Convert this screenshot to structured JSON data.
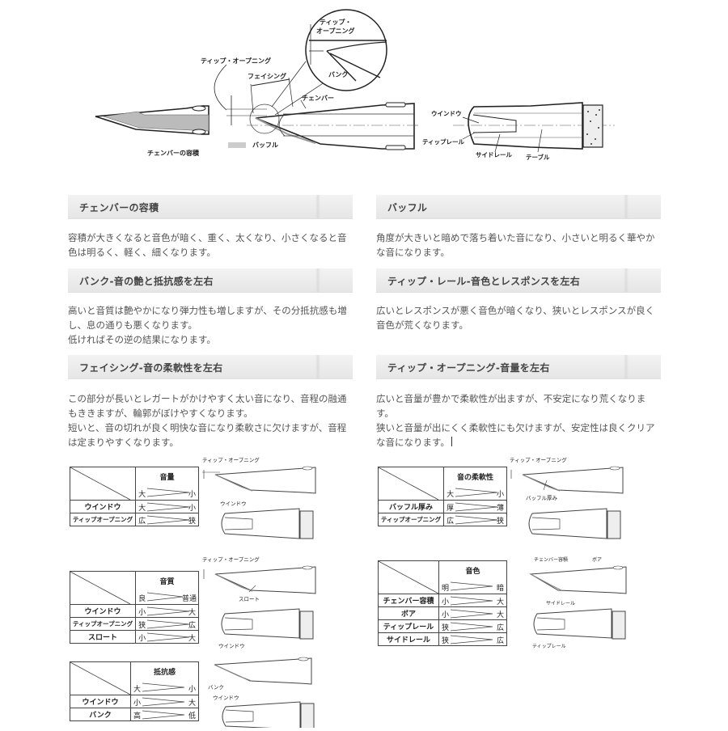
{
  "top_diagram": {
    "labels": {
      "tip_opening_zoom": [
        "ティップ・",
        "オープニング"
      ],
      "bank": "バンク",
      "tip_opening": "ティップ・オープニング",
      "facing": "フェイシング",
      "chamber": "チェンバー",
      "chamber_volume": "チェンバーの容積",
      "baffle": "バッフル",
      "window": "ウインドウ",
      "tip_rail": "ティップレール",
      "side_rail": "サイドレール",
      "table": "テーブル"
    }
  },
  "sections": [
    {
      "title": "チェンバーの容積",
      "body": [
        "容積が大きくなると音色が暗く、重く、太くなり、小さくなると音色は明るく、軽く、細くなります。"
      ]
    },
    {
      "title": "バッフル",
      "body": [
        "角度が大きいと暗めで落ち着いた音になり、小さいと明るく華やかな音になります。"
      ]
    },
    {
      "title": "バンク-音の艶と抵抗感を左右",
      "body": [
        "高いと音質は艶やかになり弾力性も増しますが、その分抵抗感も増し、息の通りも悪くなります。",
        "低ければその逆の結果になります。"
      ]
    },
    {
      "title": "ティップ・レール-音色とレスポンスを左右",
      "body": [
        "広いとレスポンスが悪く音色が暗くなり、狭いとレスポンスが良く音色が荒くなります。"
      ]
    },
    {
      "title": "フェイシング-音の柔軟性を左右",
      "body": [
        "この部分が長いとレガートがかけやすく太い音になり、音程の融通もききますが、輪郭がぼけやすくなります。",
        "短いと、音の切れが良く明快な音になり柔軟さに欠けますが、音程は定まりやすくなります。"
      ]
    },
    {
      "title": "ティップ・オープニング-音量を左右",
      "body": [
        "広いと音量が豊かで柔軟性が出ますが、不安定になり荒くなります。",
        "狭いと音量が出にくく柔軟性にも欠けますが、安定性は良くクリアな音になります。"
      ]
    }
  ],
  "tables": [
    {
      "id": "volume",
      "header": {
        "title": "音量",
        "left": "大",
        "right": "小"
      },
      "rows": [
        {
          "label": "ウインドウ",
          "left": "大",
          "right": "小"
        },
        {
          "label": "ティップオープニング",
          "left": "広",
          "right": "狭"
        }
      ],
      "figure_labels": [
        "ティップ・オープニング",
        "ウインドウ"
      ]
    },
    {
      "id": "flexibility",
      "header": {
        "title": "音の柔軟性",
        "left": "大",
        "right": "小"
      },
      "rows": [
        {
          "label": "バッフル厚み",
          "left": "厚",
          "right": "薄"
        },
        {
          "label": "ティップオープニング",
          "left": "広",
          "right": "狭"
        }
      ],
      "figure_labels": [
        "ティップ・オープニング",
        "バッフル厚み"
      ]
    },
    {
      "id": "quality",
      "header": {
        "title": "音質",
        "left": "良",
        "right": "普通"
      },
      "rows": [
        {
          "label": "ウインドウ",
          "left": "小",
          "right": "大"
        },
        {
          "label": "ティップオープニング",
          "left": "狭",
          "right": "広"
        },
        {
          "label": "スロート",
          "left": "小",
          "right": "大"
        }
      ],
      "figure_labels": [
        "ティップ・オープニング",
        "スロート",
        "ウインドウ"
      ]
    },
    {
      "id": "tone_color",
      "header": {
        "title": "音色",
        "left": "明",
        "right": "暗"
      },
      "rows": [
        {
          "label": "チェンバー容積",
          "left": "小",
          "right": "大"
        },
        {
          "label": "ボア",
          "left": "小",
          "right": "大"
        },
        {
          "label": "ティップレール",
          "left": "狭",
          "right": "広"
        },
        {
          "label": "サイドレール",
          "left": "狭",
          "right": "広"
        }
      ],
      "figure_labels": [
        "チェンバー容積",
        "ボア",
        "サイドレール",
        "ティップレール"
      ]
    },
    {
      "id": "resistance",
      "header": {
        "title": "抵抗感",
        "left": "大",
        "right": "小"
      },
      "rows": [
        {
          "label": "ウインドウ",
          "left": "小",
          "right": "大"
        },
        {
          "label": "バンク",
          "left": "高",
          "right": "低"
        }
      ],
      "figure_labels": [
        "バンク",
        "ウインドウ"
      ]
    }
  ]
}
